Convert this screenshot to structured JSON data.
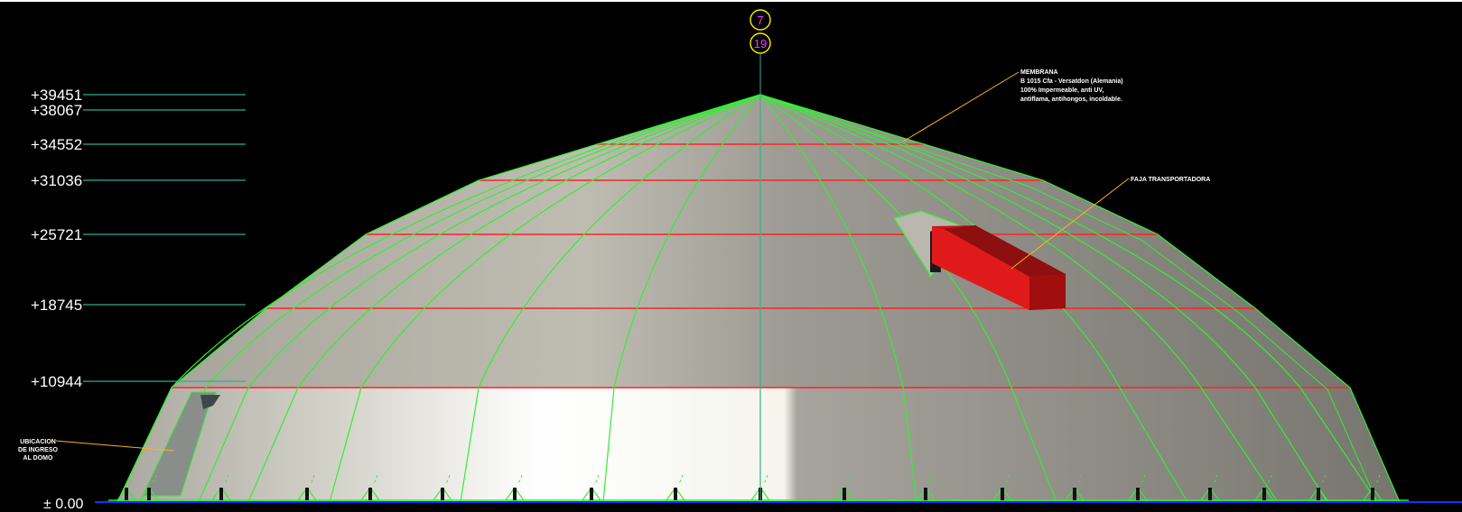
{
  "drawing": {
    "levels": [
      {
        "label": "+39451"
      },
      {
        "label": "+38067"
      },
      {
        "label": "+34552"
      },
      {
        "label": "+31036"
      },
      {
        "label": "+25721"
      },
      {
        "label": "+18745"
      },
      {
        "label": "+10944"
      }
    ],
    "base_level": "± 0.00",
    "grid_bubbles": [
      "7",
      "19"
    ],
    "annotations": {
      "membrane": {
        "title": "MEMBRANA",
        "lines": [
          "B 1015 Cfa - Versatdon (Alemania)",
          "100% Impermeable, anti UV,",
          "antiflama, antihongos, incoldable."
        ]
      },
      "conveyor": {
        "title": "FAJA TRANSPORTADORA"
      },
      "entrance": {
        "lines": [
          "UBICACION",
          "DE INGRESO",
          "AL DOMO"
        ]
      }
    },
    "colors": {
      "background": "#000000",
      "ribs": "#33ee33",
      "rings": "#ff2222",
      "level_lines": "#33aa99",
      "leaders": "#ffb020",
      "conveyor": "#c81414",
      "bubble_ring": "#ffee00",
      "bubble_text": "#ff33ff",
      "ground": "#1133ff"
    }
  }
}
